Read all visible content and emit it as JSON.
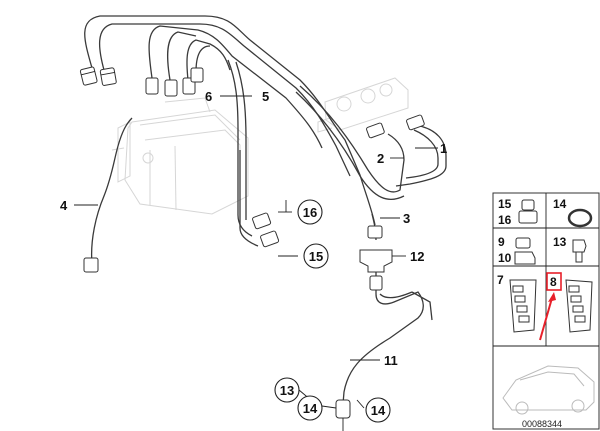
{
  "callouts": {
    "c1": "1",
    "c2": "2",
    "c3": "3",
    "c4": "4",
    "c5": "5",
    "c6": "6",
    "c11": "11",
    "c12": "12",
    "c13": "13",
    "c14a": "14",
    "c14b": "14",
    "c15": "15",
    "c16": "16"
  },
  "inset": {
    "i15": "15",
    "i14": "14",
    "i16": "16",
    "i13": "13",
    "i9": "9",
    "i10": "10",
    "i7": "7",
    "i8": "8"
  },
  "reference_number": "00088344",
  "colors": {
    "highlight": "#e8202a",
    "line": "#333333",
    "ghost": "#d6d6d6"
  }
}
